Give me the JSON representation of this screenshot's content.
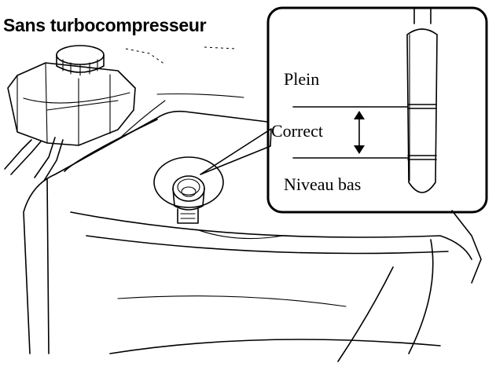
{
  "heading": "Sans turbocompresseur",
  "dipstick": {
    "full_label": "Plein",
    "correct_label": "Correct",
    "low_label": "Niveau bas"
  }
}
